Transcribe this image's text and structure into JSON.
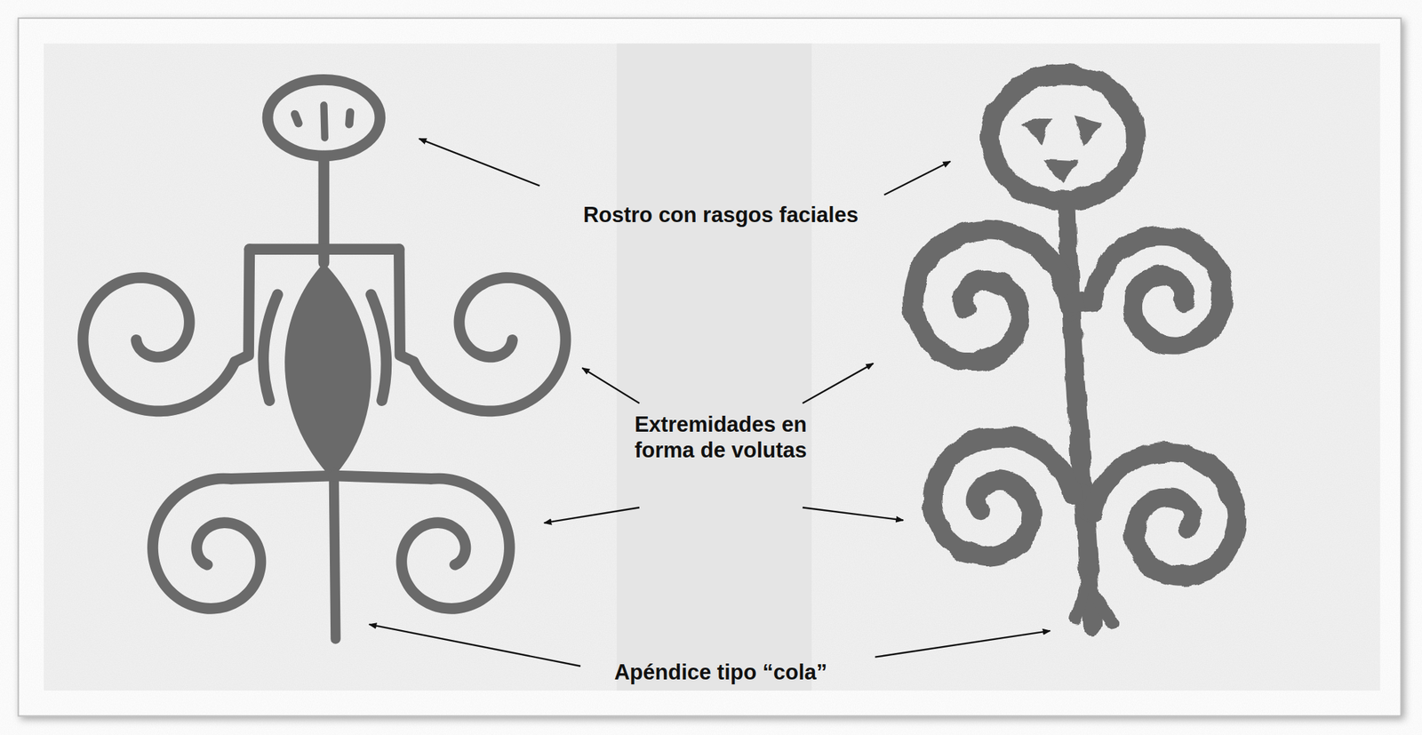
{
  "diagram": {
    "labels": [
      "Rostro con rasgos faciales",
      "Extremidades en forma de volutas",
      "Apéndice tipo “cola”"
    ]
  }
}
